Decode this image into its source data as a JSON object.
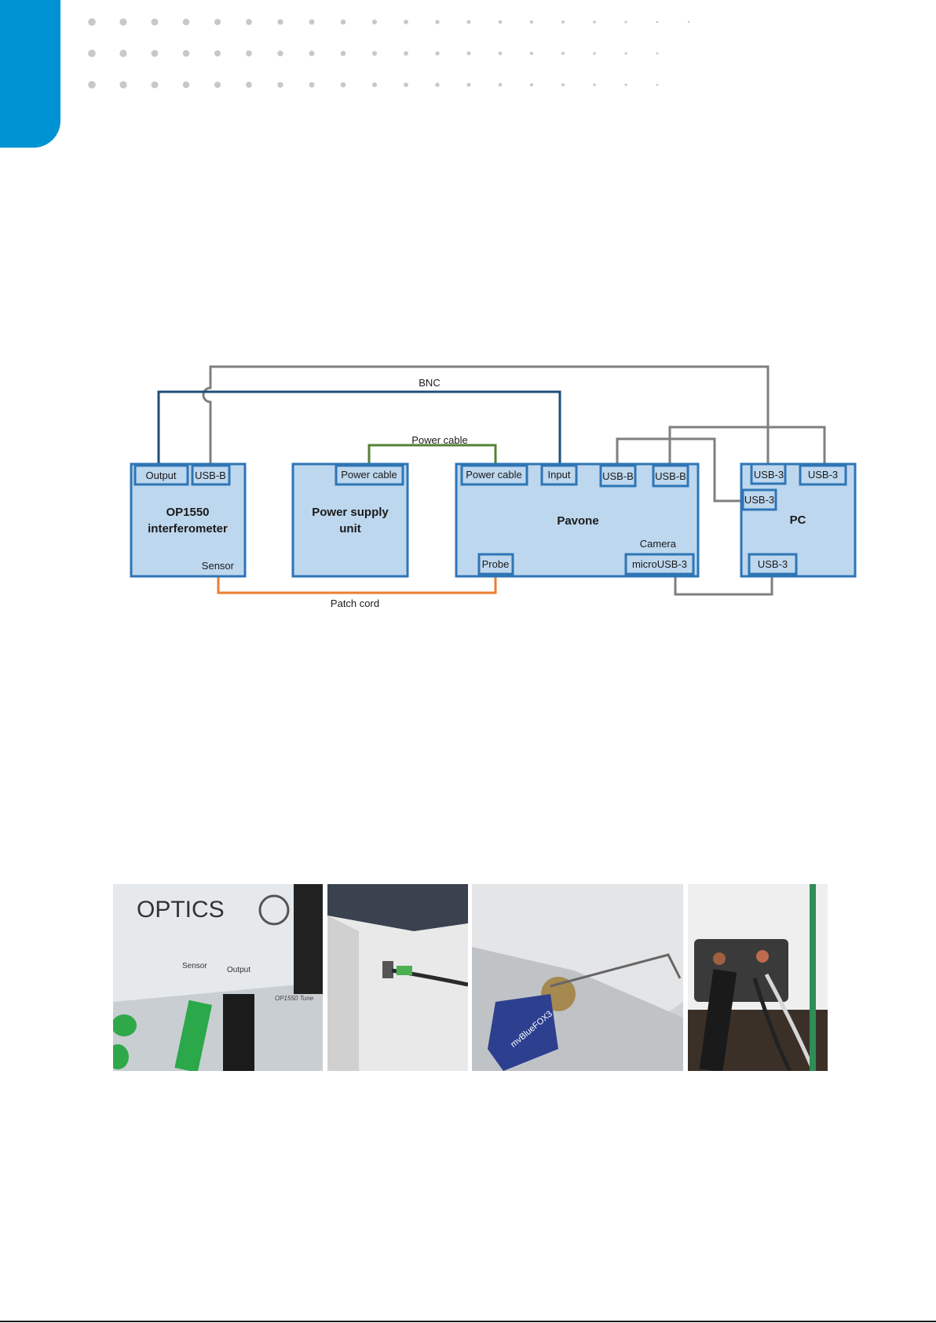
{
  "diagram": {
    "cables": {
      "bnc": "BNC",
      "power": "Power cable",
      "patch": "Patch cord"
    },
    "devices": {
      "op1550": {
        "title_line1": "OP1550",
        "title_line2": "interferometer",
        "ports": {
          "output": "Output",
          "usb_b": "USB-B",
          "sensor": "Sensor"
        }
      },
      "psu": {
        "title_line1": "Power supply",
        "title_line2": "unit",
        "ports": {
          "power": "Power cable"
        }
      },
      "pavone": {
        "title": "Pavone",
        "ports": {
          "power": "Power cable",
          "input": "Input",
          "usb_b_1": "USB-B",
          "usb_b_2": "USB-B",
          "probe": "Probe",
          "camera": "Camera",
          "micro_usb3": "microUSB-3"
        }
      },
      "pc": {
        "title": "PC",
        "ports": {
          "usb3_top1": "USB-3",
          "usb3_top2": "USB-3",
          "usb3_side": "USB-3",
          "usb3_bottom": "USB-3"
        }
      }
    },
    "colors": {
      "box_fill": "#bdd7ee",
      "box_border": "#2e75b6",
      "bnc": "#1f4e79",
      "usb": "#7f7f7f",
      "power": "#548235",
      "patch": "#ed7d31"
    }
  },
  "photos": {
    "photo1": {
      "brand": "OPTICS",
      "sensor": "Sensor",
      "output": "Output",
      "model": "OP1550 Tune"
    },
    "photo2": {},
    "photo3": {
      "camera_brand": "mvBlueFOX3"
    },
    "photo4": {}
  },
  "colors": {
    "accent": "#0093d4"
  }
}
